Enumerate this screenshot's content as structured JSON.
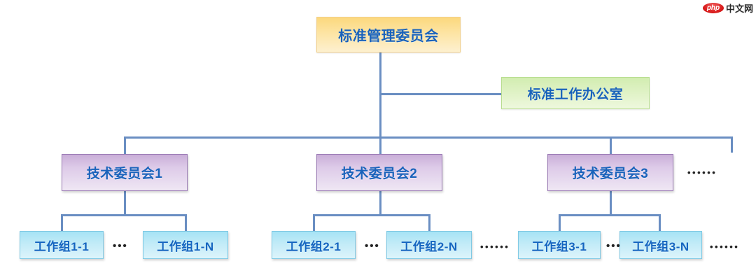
{
  "diagram": {
    "title_node": {
      "label": "标准管理委员会",
      "color": "#fcd87d"
    },
    "office_node": {
      "label": "标准工作办公室",
      "color": "#d2edb0"
    },
    "committees": [
      {
        "label": "技术委员会1",
        "color": "#c9aed8"
      },
      {
        "label": "技术委员会2",
        "color": "#c9aed8"
      },
      {
        "label": "技术委员会3",
        "color": "#c9aed8"
      }
    ],
    "committee_overflow": "••••••",
    "working_groups": [
      {
        "first": "工作组1-1",
        "gap": "•••",
        "last": "工作组1-N",
        "overflow": ""
      },
      {
        "first": "工作组2-1",
        "gap": "•••",
        "last": "工作组2-N",
        "overflow": "••••••"
      },
      {
        "first": "工作组3-1",
        "gap": "•••",
        "last": "工作组3-N",
        "overflow": "••••••"
      }
    ],
    "connector_color": "#6a8ec2",
    "text_color": "#1a63bb"
  },
  "watermark": {
    "badge": "php",
    "text": "中文网"
  }
}
